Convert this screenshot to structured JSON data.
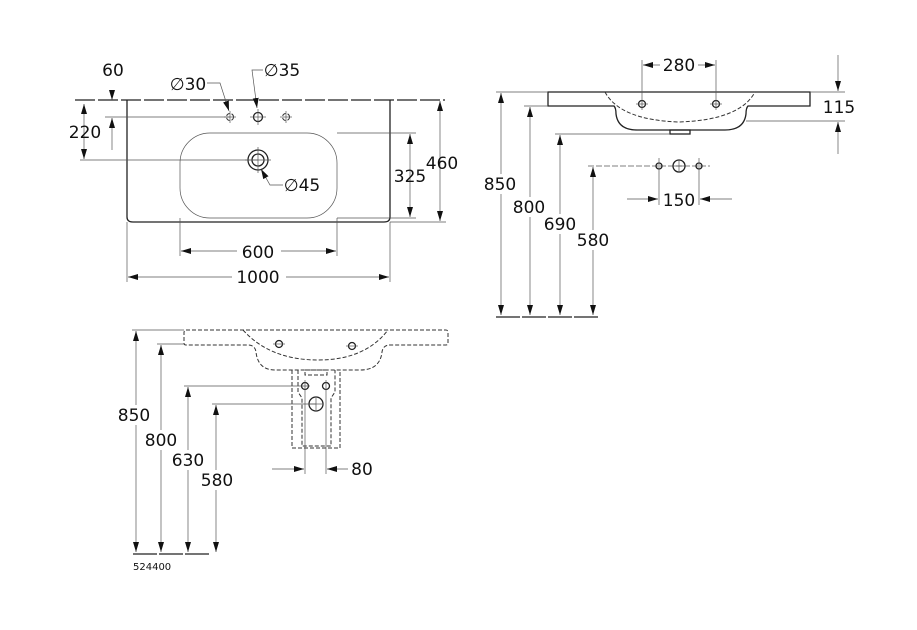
{
  "top_view": {
    "dim_60": "60",
    "dim_220": "220",
    "dim_325": "325",
    "dim_460": "460",
    "dim_600": "600",
    "dim_1000": "1000",
    "hole_30": "∅30",
    "hole_35": "∅35",
    "hole_45": "∅45"
  },
  "side_view": {
    "dim_280": "280",
    "dim_115": "115",
    "dim_850": "850",
    "dim_800": "800",
    "dim_690": "690",
    "dim_580": "580",
    "dim_150": "150"
  },
  "front_view": {
    "dim_850": "850",
    "dim_800": "800",
    "dim_630": "630",
    "dim_580": "580",
    "dim_80": "80"
  },
  "product_code": "524400"
}
